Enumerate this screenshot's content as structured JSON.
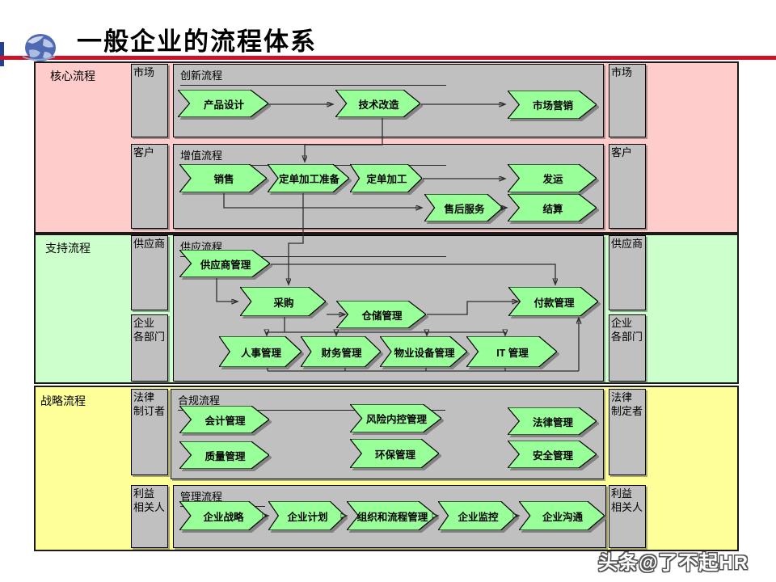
{
  "header": {
    "title": "一般企业的流程体系"
  },
  "watermark": "头条@了不起HR",
  "colors": {
    "accent_red": "#cc1228",
    "core_band": "#ffcccc",
    "support_band": "#ccffcc",
    "strategy_band": "#ffff99",
    "panel_gray": "#c0c0c0",
    "chevron_green": "#99ff99",
    "logo_blue": "#24418e"
  },
  "diagram": {
    "bands": [
      {
        "label": "核心流程"
      },
      {
        "label": "支持流程"
      },
      {
        "label": "战略流程"
      }
    ],
    "left_boxes": [
      [
        "市场"
      ],
      [
        "客户"
      ],
      [
        "供应商"
      ],
      [
        "企业",
        "各部门"
      ],
      [
        "法律",
        "制订者"
      ],
      [
        "利益",
        "相关人"
      ]
    ],
    "right_boxes": [
      [
        "市场"
      ],
      [
        "客户"
      ],
      [
        "供应商"
      ],
      [
        "企业",
        "各部门"
      ],
      [
        "法律",
        "制定者"
      ],
      [
        "利益",
        "相关人"
      ]
    ],
    "panels": [
      {
        "title": "创新流程",
        "chevrons": [
          "产品设计",
          "技术改造",
          "市场营销"
        ]
      },
      {
        "title": "增值流程",
        "chevrons": [
          "销售",
          "定单加工准备",
          "定单加工",
          "发运",
          "售后服务",
          "结算"
        ]
      },
      {
        "title": "供应流程",
        "chevrons": [
          "供应商管理",
          "采购",
          "仓储管理",
          "付款管理",
          "人事管理",
          "财务管理",
          "物业设备管理",
          "IT 管理"
        ]
      },
      {
        "title": "合规流程",
        "chevrons": [
          "会计管理",
          "风险内控管理",
          "法律管理",
          "质量管理",
          "环保管理",
          "安全管理"
        ]
      },
      {
        "title": "管理流程",
        "chevrons": [
          "企业战略",
          "企业计划",
          "组织和流程管理",
          "企业监控",
          "企业沟通"
        ]
      }
    ]
  }
}
